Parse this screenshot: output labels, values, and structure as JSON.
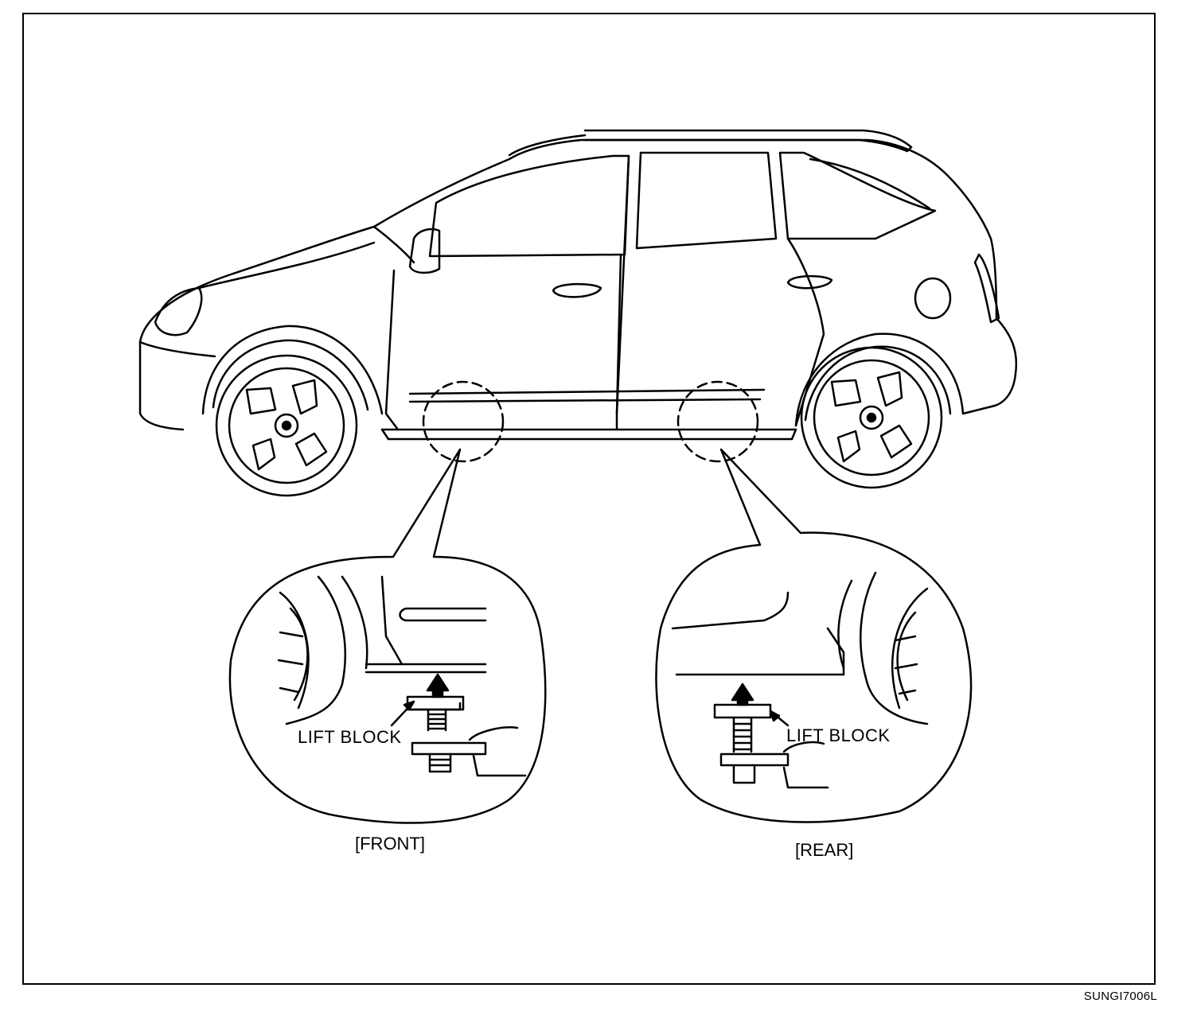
{
  "front_detail": {
    "callout_label": "LIFT BLOCK",
    "caption": "[FRONT]"
  },
  "rear_detail": {
    "callout_label": "LIFT BLOCK",
    "caption": "[REAR]"
  },
  "figure_code": "SUNGI7006L"
}
